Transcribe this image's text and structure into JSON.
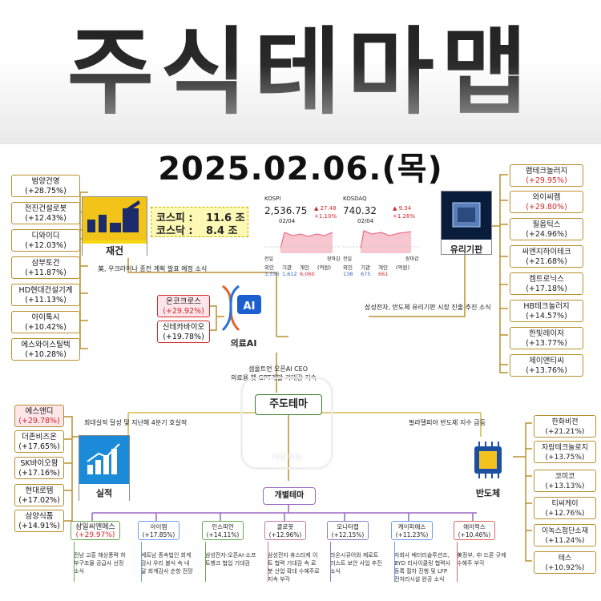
{
  "title": "주식테마맵",
  "date": "2025.02.06.(목)",
  "turnover": {
    "kospi_label": "코스피 :",
    "kospi_value": "11.6 조",
    "kosdaq_label": "코스닥 :",
    "kosdaq_value": "8.4 조"
  },
  "center": {
    "label": "주도테마",
    "watermark": "머뮤파파",
    "sub_label": "개별테마"
  },
  "market": {
    "kospi": {
      "name": "KOSPI",
      "value": "2,536.75",
      "change": "▲ 27.48",
      "pct": "+1.10%",
      "date_label": "02/04",
      "prev_label": "전일",
      "end_label": "장마감",
      "investor_labels": [
        "외인",
        "기관",
        "개인",
        "(억원)"
      ],
      "investor_values": [
        "3,556",
        "1,612",
        "6,060"
      ]
    },
    "kosdaq": {
      "name": "KOSDAQ",
      "value": "740.32",
      "change": "▲ 9.34",
      "pct": "+1.28%",
      "date_label": "02/04",
      "prev_label": "전일",
      "end_label": "장마감",
      "investor_labels": [
        "외인",
        "기관",
        "개인",
        "(억원)"
      ],
      "investor_values": [
        "138",
        "675",
        "661"
      ]
    }
  },
  "themes": {
    "reconstruction": {
      "label": "재건",
      "desc": "美, 우크라이나 종전 계획 발표 예정 소식",
      "stocks": [
        {
          "name": "범양건영",
          "pct": "(+28.75%)"
        },
        {
          "name": "전진건설로봇",
          "pct": "(+12.43%)"
        },
        {
          "name": "디와이디",
          "pct": "(+12.03%)"
        },
        {
          "name": "삼부토건",
          "pct": "(+11.87%)"
        },
        {
          "name": "HD현대건설기계",
          "pct": "(+11.13%)"
        },
        {
          "name": "아이톡시",
          "pct": "(+10.42%)"
        },
        {
          "name": "에스와이스틸텍",
          "pct": "(+10.28%)"
        }
      ]
    },
    "ai_medical": {
      "label": "의료AI",
      "icon_text": "AI",
      "desc_line1": "샘올트먼 오픈AI CEO",
      "desc_line2": "의료용 챗 GPT개발 기대감 지속",
      "stocks": [
        {
          "name": "온코크로스",
          "pct": "(+29.92%)"
        },
        {
          "name": "신테카바이오",
          "pct": "(+19.78%)"
        }
      ]
    },
    "glass_substrate": {
      "label": "유리기판",
      "desc": "삼성전자, 반도체 유리기판 시장 진출 추진 소식",
      "stocks": [
        {
          "name": "램테크놀러지",
          "pct": "(+29.95%)"
        },
        {
          "name": "와이씨켐",
          "pct": "(+29.80%)"
        },
        {
          "name": "필옵틱스",
          "pct": "(+24.96%)"
        },
        {
          "name": "씨엔지하이테크",
          "pct": "(+21.68%)"
        },
        {
          "name": "켐트로닉스",
          "pct": "(+17.18%)"
        },
        {
          "name": "HB테크놀러지",
          "pct": "(+14.57%)"
        },
        {
          "name": "한빛레이저",
          "pct": "(+13.77%)"
        },
        {
          "name": "제이앤티씨",
          "pct": "(+13.76%)"
        }
      ]
    },
    "earnings": {
      "label": "실적",
      "desc": "최대실적 달성 및 지난해 4분기 호실적",
      "stocks": [
        {
          "name": "에스앤디",
          "pct": "(+29.78%)"
        },
        {
          "name": "더존비즈온",
          "pct": "(+17.65%)"
        },
        {
          "name": "SK바이오팜",
          "pct": "(+17.16%)"
        },
        {
          "name": "현대로템",
          "pct": "(+17.02%)"
        },
        {
          "name": "삼양식품",
          "pct": "(+14.91%)"
        }
      ]
    },
    "semiconductor": {
      "label": "반도체",
      "desc": "필라델피아 반도체 지수 급등",
      "stocks": [
        {
          "name": "한화비전",
          "pct": "(+21.21%)"
        },
        {
          "name": "자람테크놀로지",
          "pct": "(+13.75%)"
        },
        {
          "name": "코미코",
          "pct": "(+13.13%)"
        },
        {
          "name": "티씨케이",
          "pct": "(+12.76%)"
        },
        {
          "name": "이녹스첨단소재",
          "pct": "(+11.24%)"
        },
        {
          "name": "테스",
          "pct": "(+10.92%)"
        }
      ]
    }
  },
  "individual": [
    {
      "name": "삼일씨엔에스",
      "pct": "(+29.97%)",
      "desc": "전남 고흥 해상풍력 하부구조물 공급사 선정 소식"
    },
    {
      "name": "아이엠",
      "pct": "(+17.85%)",
      "desc": "베트남 종속법인 회계감사 우리 불식 속 내달 회계감사 순항 전망"
    },
    {
      "name": "인스피언",
      "pct": "(+14.11%)",
      "desc": "삼성전자-오픈AI-소프트뱅크 협업 기대감"
    },
    {
      "name": "클로봇",
      "pct": "(+12.96%)",
      "desc": "삼성전자 휴스타제 이트 협력 기대감 속 로봇 산업 확대 수혜주로 지속 부각"
    },
    {
      "name": "모니터랩",
      "pct": "(+12.15%)",
      "desc": "라온시큐어와 제로트러스트 보안 사업 추진 소식"
    },
    {
      "name": "케이피에스",
      "pct": "(+11.23%)",
      "desc": "자회사 배터리솔루션즈, BYD 리사이클링 협력사 등록 절차 진행 및 LFP전처리시설 완공 소식"
    },
    {
      "name": "에이럭스",
      "pct": "(+10.46%)",
      "desc": "美정부, 中 드론 규제 수혜주 부각"
    }
  ]
}
